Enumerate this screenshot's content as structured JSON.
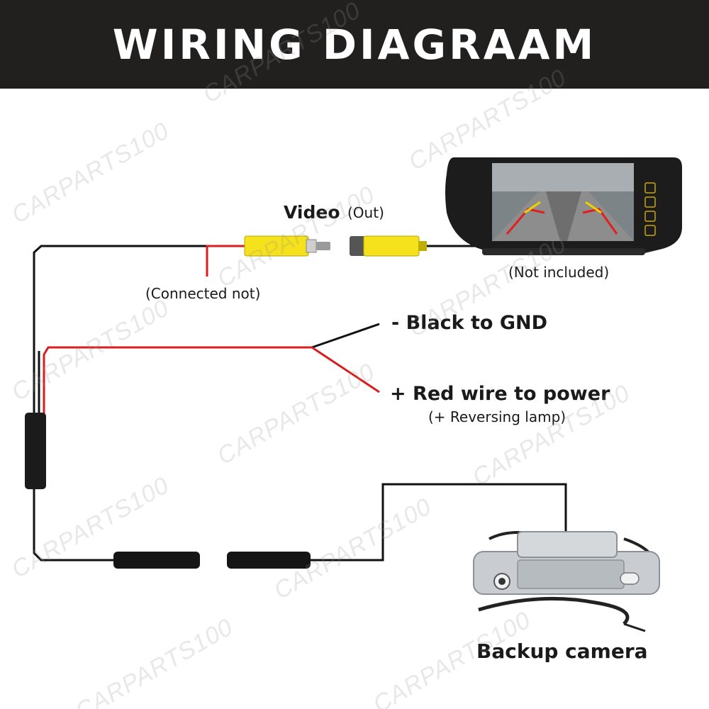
{
  "header": {
    "title": "WIRING DIAGRAAM"
  },
  "labels": {
    "video": "Video",
    "video_out": "(Out)",
    "connected_not": "(Connected not)",
    "not_included": "(Not included)",
    "black_gnd": "- Black to GND",
    "red_power": "+ Red wire to power",
    "reversing_lamp": "(+ Reversing lamp)",
    "backup_camera": "Backup camera"
  },
  "watermark": {
    "text": "CARPARTS100"
  },
  "colors": {
    "header_bg": "#221f1f",
    "rca_yellow": "#f5e11c",
    "wire_black": "#111111",
    "wire_red": "#d81e1e"
  },
  "components": {
    "monitor": "rearview-mirror-monitor",
    "camera": "tailgate-handle-backup-camera"
  }
}
